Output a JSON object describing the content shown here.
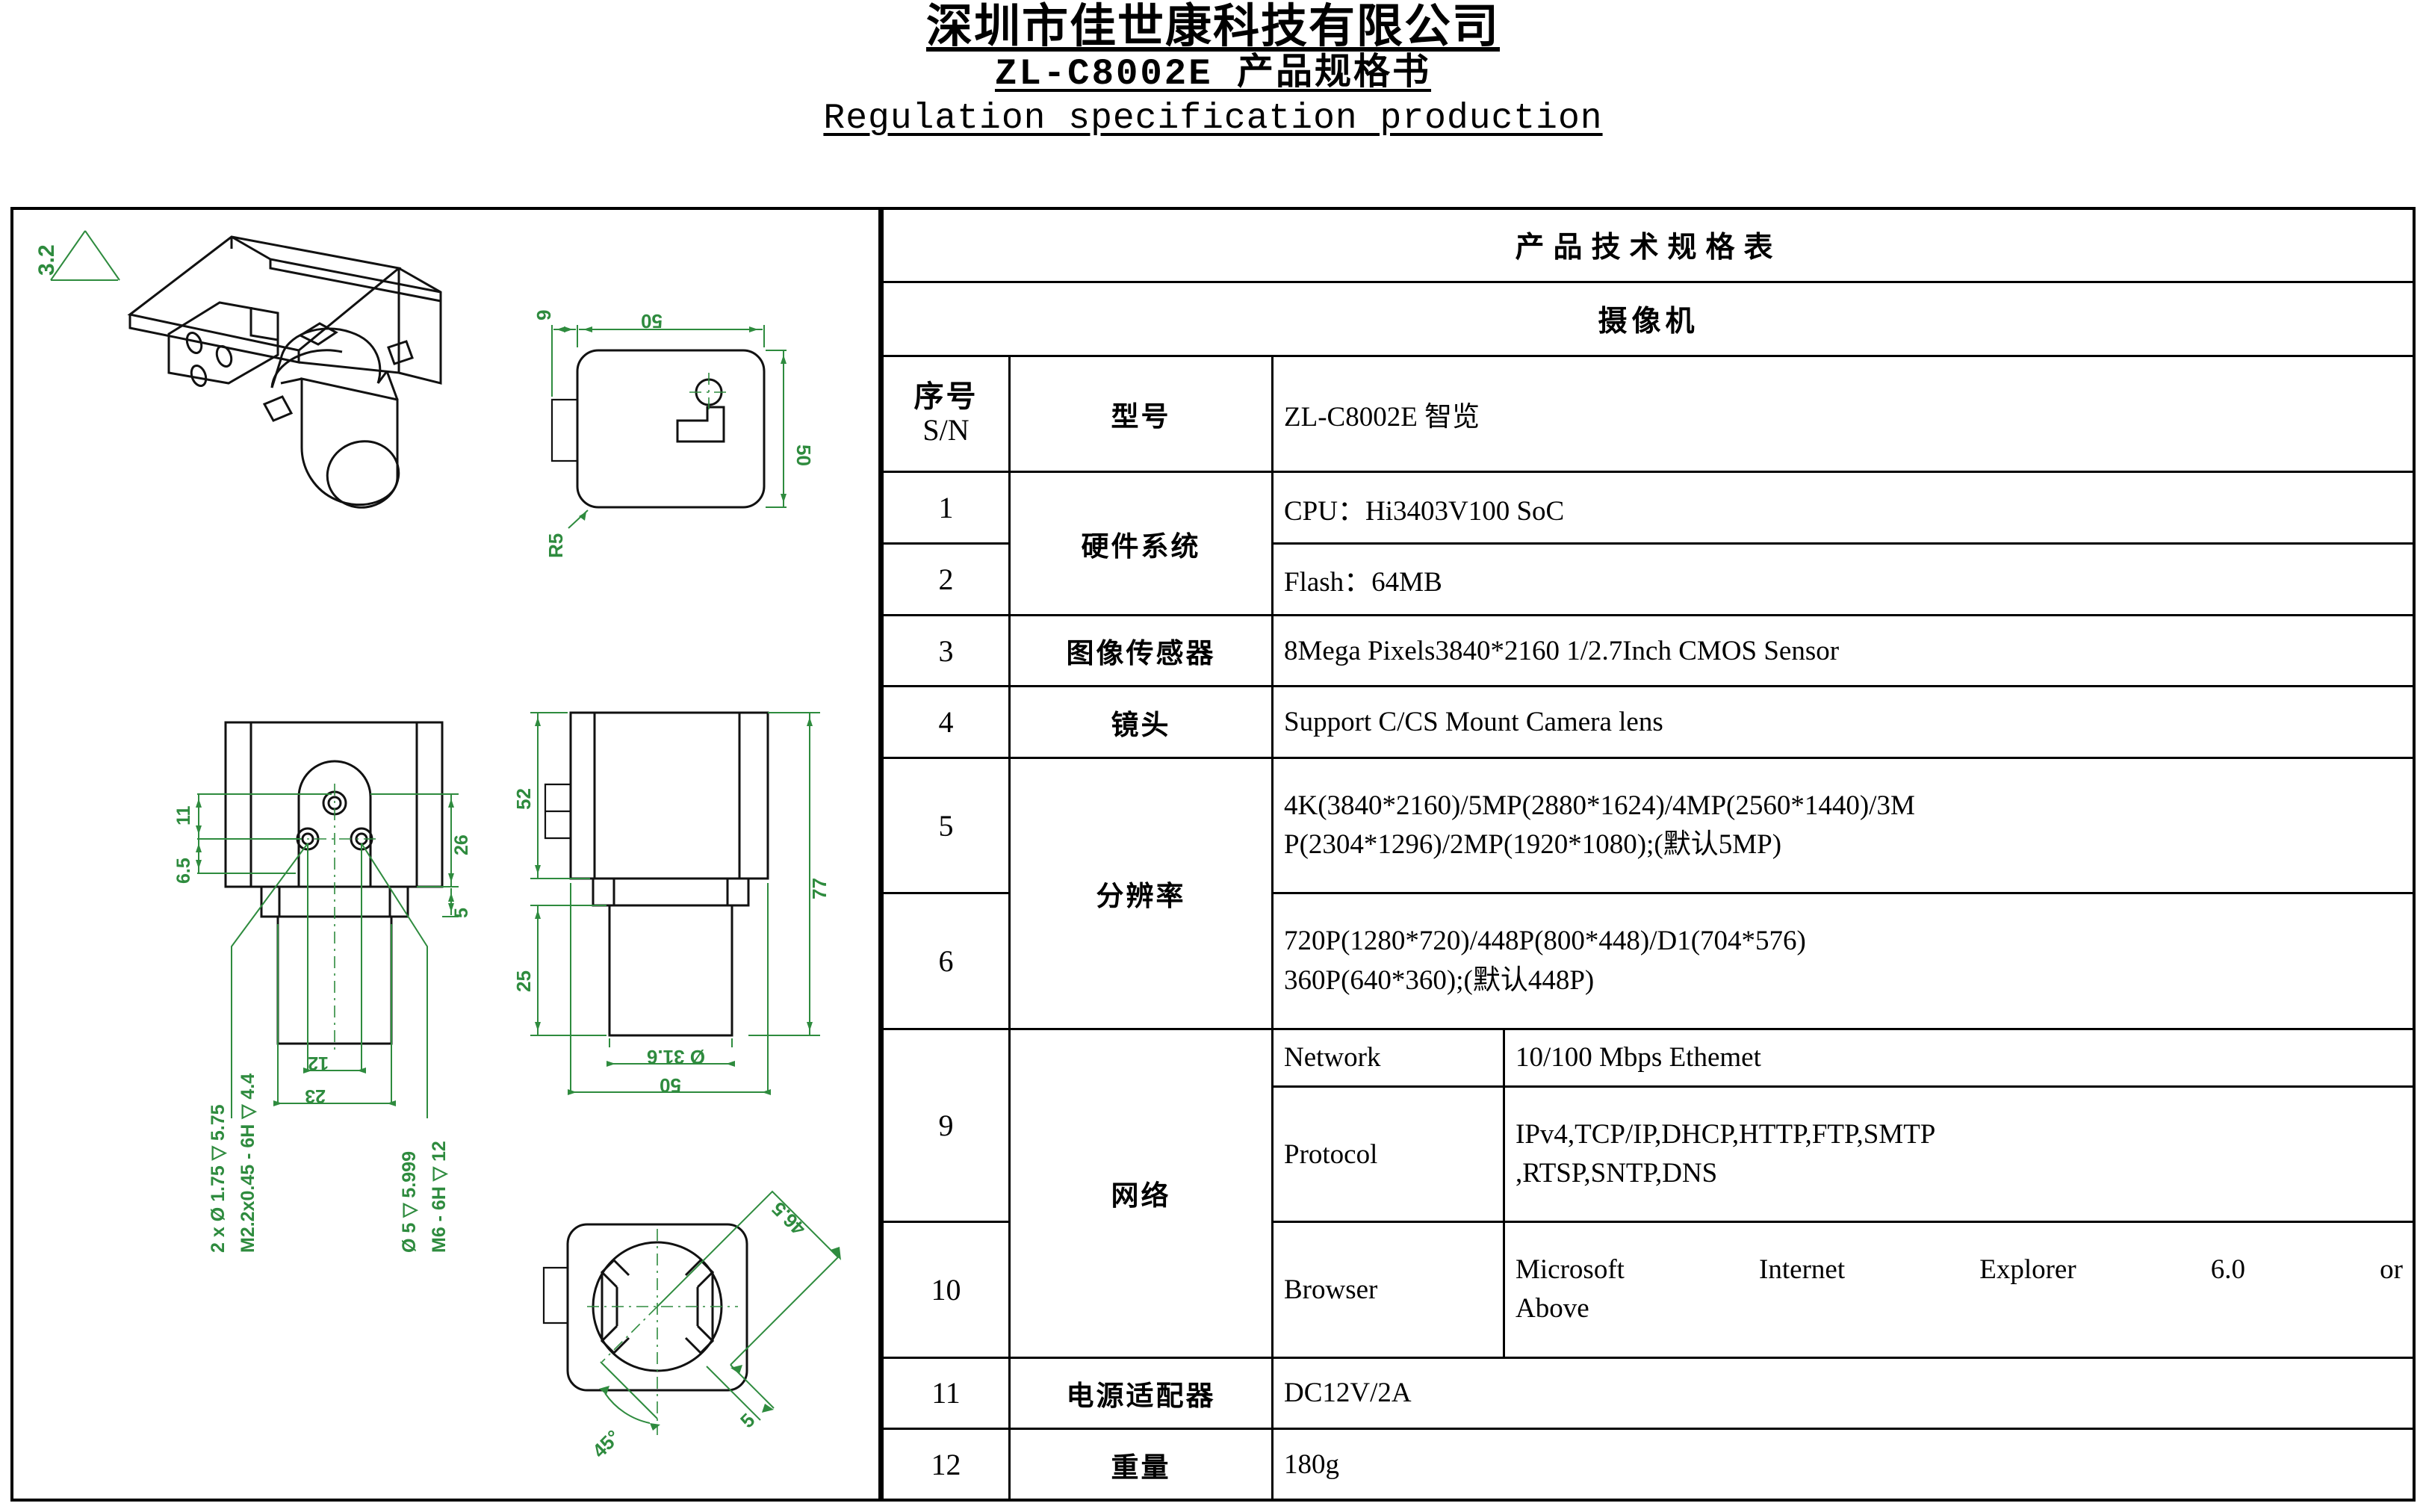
{
  "header": {
    "company": "深圳市佳世康科技有限公司",
    "model_title": "ZL-C8002E 产品规格书",
    "english_title": "Regulation specification production"
  },
  "drawing": {
    "surface_finish_symbol": "3.2",
    "views": {
      "isometric": {
        "name": "isometric-view"
      },
      "rear": {
        "name": "rear-view",
        "dims": {
          "depth": "9",
          "width": "50",
          "height": "50",
          "radius": "R5"
        }
      },
      "bottom": {
        "name": "bottom-view",
        "dims": {
          "d11": "11",
          "d65": "6.5",
          "d26": "26",
          "d5": "5",
          "d12": "12",
          "d23": "23",
          "hole_note_1": "2 x Ø 1.75 ▽ 5.75",
          "hole_note_2": "M2.2x0.45 - 6H ▽ 4.4",
          "hole_note_3": "Ø 5 ▽ 5.999",
          "hole_note_4": "M6 - 6H ▽ 12"
        }
      },
      "side": {
        "name": "side-view",
        "dims": {
          "d52": "52",
          "d77": "77",
          "d25": "25",
          "lens_dia": "Ø 31.6",
          "d50": "50"
        }
      },
      "front": {
        "name": "front-view",
        "dims": {
          "diagonal": "46.5",
          "angle": "45°",
          "d5": "5"
        }
      }
    }
  },
  "table": {
    "title": "产品技术规格表",
    "subtitle": "摄像机",
    "columns": {
      "sn_cn": "序号",
      "sn_en": "S/N"
    },
    "rows": [
      {
        "sn": "",
        "item": "型号",
        "value": "ZL-C8002E 智览"
      },
      {
        "sn": "1",
        "item": "硬件系统",
        "value": "CPU：Hi3403V100 SoC"
      },
      {
        "sn": "2",
        "item": "",
        "value": "Flash：64MB"
      },
      {
        "sn": "3",
        "item": "图像传感器",
        "value": "8Mega Pixels3840*2160 1/2.7Inch CMOS Sensor"
      },
      {
        "sn": "4",
        "item": "镜头",
        "value": "Support C/CS Mount Camera lens"
      },
      {
        "sn": "5",
        "item": "分辨率",
        "value_line1": "4K(3840*2160)/5MP(2880*1624)/4MP(2560*1440)/3M",
        "value_line2": "P(2304*1296)/2MP(1920*1080);(默认5MP)"
      },
      {
        "sn": "6",
        "item": "",
        "value_line1": "720P(1280*720)/448P(800*448)/D1(704*576)",
        "value_line2": "360P(640*360);(默认448P)"
      },
      {
        "sn": "9",
        "item": "网络",
        "sub": "Network",
        "value": "10/100 Mbps Ethemet"
      },
      {
        "sn": "",
        "item": "",
        "sub": "Protocol",
        "value_line1": "IPv4,TCP/IP,DHCP,HTTP,FTP,SMTP",
        "value_line2": ",RTSP,SNTP,DNS"
      },
      {
        "sn": "10",
        "item": "",
        "sub": "Browser",
        "value_line1": "Microsoft Internet Explorer 6.0 or",
        "value_line2": "Above"
      },
      {
        "sn": "11",
        "item": "电源适配器",
        "value": "DC12V/2A"
      },
      {
        "sn": "12",
        "item": "重量",
        "value": "180g"
      }
    ]
  },
  "colors": {
    "dimension_green": "#2e8b3e",
    "line_black": "#111111"
  }
}
